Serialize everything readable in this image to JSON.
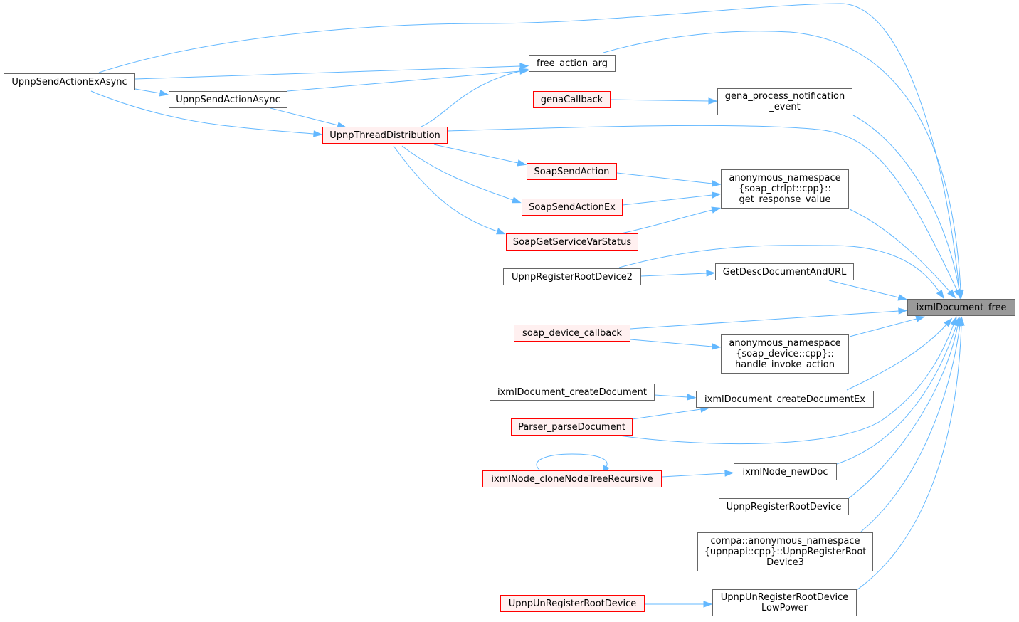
{
  "colors": {
    "edge": "#63b8ff",
    "gray_border": "#666666",
    "red_border": "#ff0000",
    "red_fill": "#fff0f0",
    "target_fill": "#999999"
  },
  "target": {
    "id": "ixml_document_free",
    "label": "ixmlDocument_free"
  },
  "nodes": [
    {
      "id": "upnp_send_action_ex_async",
      "label": "UpnpSendActionExAsync",
      "style": "gray"
    },
    {
      "id": "free_action_arg",
      "label": "free_action_arg",
      "style": "gray"
    },
    {
      "id": "upnp_send_action_async",
      "label": "UpnpSendActionAsync",
      "style": "gray"
    },
    {
      "id": "gena_callback",
      "label": "genaCallback",
      "style": "red"
    },
    {
      "id": "gena_process_notification_event",
      "label": "gena_process_notification\n_event",
      "style": "gray"
    },
    {
      "id": "upnp_thread_distribution",
      "label": "UpnpThreadDistribution",
      "style": "red"
    },
    {
      "id": "soap_send_action",
      "label": "SoapSendAction",
      "style": "red"
    },
    {
      "id": "get_response_value",
      "label": "anonymous_namespace\n{soap_ctrlpt::cpp}::\nget_response_value",
      "style": "gray"
    },
    {
      "id": "soap_send_action_ex",
      "label": "SoapSendActionEx",
      "style": "red"
    },
    {
      "id": "soap_get_service_var_status",
      "label": "SoapGetServiceVarStatus",
      "style": "red"
    },
    {
      "id": "upnp_register_root_device2",
      "label": "UpnpRegisterRootDevice2",
      "style": "gray"
    },
    {
      "id": "get_desc_document_and_url",
      "label": "GetDescDocumentAndURL",
      "style": "gray"
    },
    {
      "id": "soap_device_callback",
      "label": "soap_device_callback",
      "style": "red"
    },
    {
      "id": "handle_invoke_action",
      "label": "anonymous_namespace\n{soap_device::cpp}::\nhandle_invoke_action",
      "style": "gray"
    },
    {
      "id": "ixml_document_create_document",
      "label": "ixmlDocument_createDocument",
      "style": "gray"
    },
    {
      "id": "ixml_document_create_document_ex",
      "label": "ixmlDocument_createDocumentEx",
      "style": "gray"
    },
    {
      "id": "parser_parse_document",
      "label": "Parser_parseDocument",
      "style": "red"
    },
    {
      "id": "ixml_node_clone_node_tree_recursive",
      "label": "ixmlNode_cloneNodeTreeRecursive",
      "style": "red"
    },
    {
      "id": "ixml_node_new_doc",
      "label": "ixmlNode_newDoc",
      "style": "gray"
    },
    {
      "id": "upnp_register_root_device",
      "label": "UpnpRegisterRootDevice",
      "style": "gray"
    },
    {
      "id": "upnp_register_root_device3",
      "label": "compa::anonymous_namespace\n{upnpapi::cpp}::UpnpRegisterRoot\nDevice3",
      "style": "gray"
    },
    {
      "id": "upnp_unregister_root_device",
      "label": "UpnpUnRegisterRootDevice",
      "style": "red"
    },
    {
      "id": "upnp_unregister_root_device_low_power",
      "label": "UpnpUnRegisterRootDevice\nLowPower",
      "style": "gray"
    }
  ],
  "edges": [
    {
      "from": "upnp_send_action_ex_async",
      "to": "ixml_document_free"
    },
    {
      "from": "upnp_send_action_ex_async",
      "to": "free_action_arg"
    },
    {
      "from": "upnp_send_action_ex_async",
      "to": "upnp_send_action_async"
    },
    {
      "from": "upnp_send_action_ex_async",
      "to": "upnp_thread_distribution"
    },
    {
      "from": "upnp_send_action_async",
      "to": "free_action_arg"
    },
    {
      "from": "upnp_send_action_async",
      "to": "upnp_thread_distribution"
    },
    {
      "from": "upnp_thread_distribution",
      "to": "free_action_arg"
    },
    {
      "from": "upnp_thread_distribution",
      "to": "ixml_document_free"
    },
    {
      "from": "upnp_thread_distribution",
      "to": "soap_send_action"
    },
    {
      "from": "upnp_thread_distribution",
      "to": "soap_send_action_ex"
    },
    {
      "from": "upnp_thread_distribution",
      "to": "soap_get_service_var_status"
    },
    {
      "from": "free_action_arg",
      "to": "ixml_document_free"
    },
    {
      "from": "gena_callback",
      "to": "gena_process_notification_event"
    },
    {
      "from": "gena_process_notification_event",
      "to": "ixml_document_free"
    },
    {
      "from": "soap_send_action",
      "to": "get_response_value"
    },
    {
      "from": "soap_send_action_ex",
      "to": "get_response_value"
    },
    {
      "from": "soap_get_service_var_status",
      "to": "get_response_value"
    },
    {
      "from": "get_response_value",
      "to": "ixml_document_free"
    },
    {
      "from": "upnp_register_root_device2",
      "to": "ixml_document_free"
    },
    {
      "from": "upnp_register_root_device2",
      "to": "get_desc_document_and_url"
    },
    {
      "from": "get_desc_document_and_url",
      "to": "ixml_document_free"
    },
    {
      "from": "soap_device_callback",
      "to": "ixml_document_free"
    },
    {
      "from": "soap_device_callback",
      "to": "handle_invoke_action"
    },
    {
      "from": "handle_invoke_action",
      "to": "ixml_document_free"
    },
    {
      "from": "ixml_document_create_document",
      "to": "ixml_document_create_document_ex"
    },
    {
      "from": "parser_parse_document",
      "to": "ixml_document_create_document_ex"
    },
    {
      "from": "parser_parse_document",
      "to": "ixml_document_free"
    },
    {
      "from": "ixml_document_create_document_ex",
      "to": "ixml_document_free"
    },
    {
      "from": "ixml_node_clone_node_tree_recursive",
      "to": "ixml_node_clone_node_tree_recursive"
    },
    {
      "from": "ixml_node_clone_node_tree_recursive",
      "to": "ixml_node_new_doc"
    },
    {
      "from": "ixml_node_new_doc",
      "to": "ixml_document_free"
    },
    {
      "from": "upnp_register_root_device",
      "to": "ixml_document_free"
    },
    {
      "from": "upnp_register_root_device3",
      "to": "ixml_document_free"
    },
    {
      "from": "upnp_unregister_root_device",
      "to": "upnp_unregister_root_device_low_power"
    },
    {
      "from": "upnp_unregister_root_device_low_power",
      "to": "ixml_document_free"
    }
  ]
}
